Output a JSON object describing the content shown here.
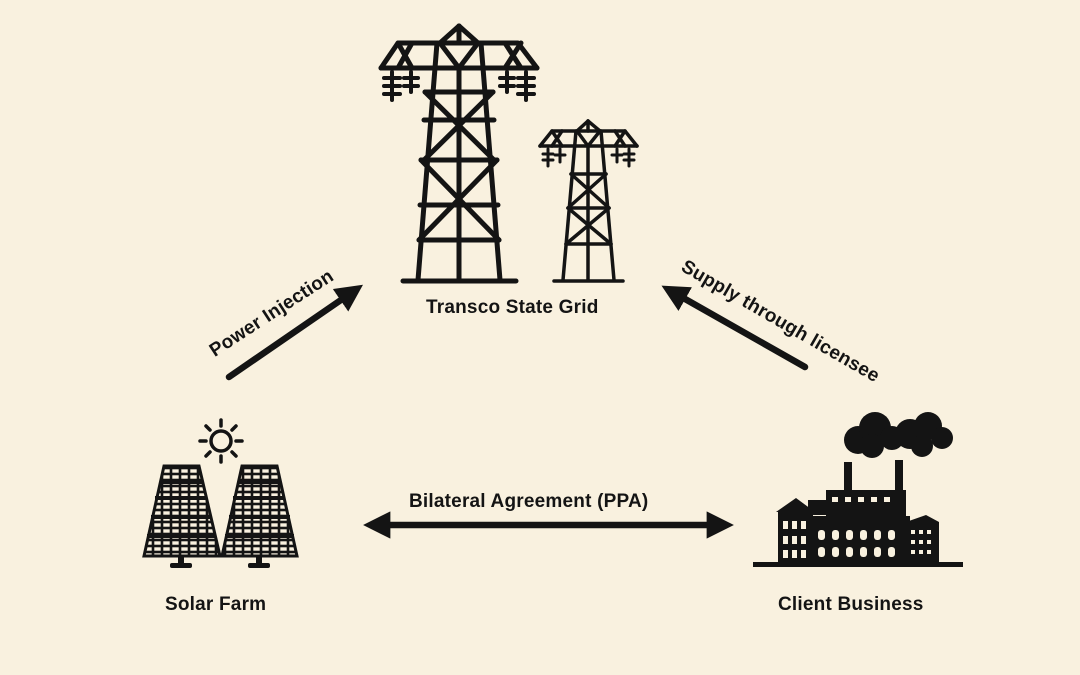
{
  "nodes": {
    "grid": {
      "label": "Transco State Grid",
      "icon": "transmission-tower-icon"
    },
    "solar": {
      "label": "Solar Farm",
      "icon": "solar-panel-icon"
    },
    "client": {
      "label": "Client Business",
      "icon": "factory-icon"
    }
  },
  "edges": {
    "injection": {
      "label": "Power Injection",
      "direction": "solar-to-grid"
    },
    "supply": {
      "label": "Supply through licensee",
      "direction": "client-to-grid"
    },
    "ppa": {
      "label": "Bilateral Agreement (PPA)",
      "direction": "bidirectional"
    }
  },
  "colors": {
    "background": "#f9f1df",
    "ink": "#141414"
  }
}
